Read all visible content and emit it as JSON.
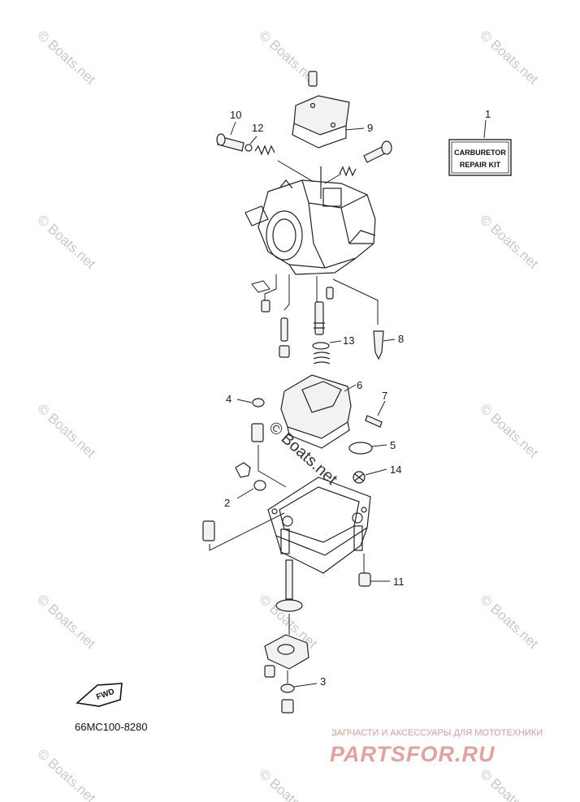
{
  "watermark": "© Boats.net",
  "diagram_code": "66MC100-8280",
  "kit_label": {
    "line1": "CARBURETOR",
    "line2": "REPAIR KIT"
  },
  "direction_label": "FWD",
  "callouts": [
    "1",
    "2",
    "3",
    "4",
    "5",
    "6",
    "7",
    "8",
    "9",
    "10",
    "11",
    "12",
    "13",
    "14"
  ],
  "footer": {
    "subtitle": "ЗАПЧАСТИ И АКСЕССУАРЫ ДЛЯ МОТОТЕХНИКИ",
    "logo": "PARTSFOR.RU"
  }
}
